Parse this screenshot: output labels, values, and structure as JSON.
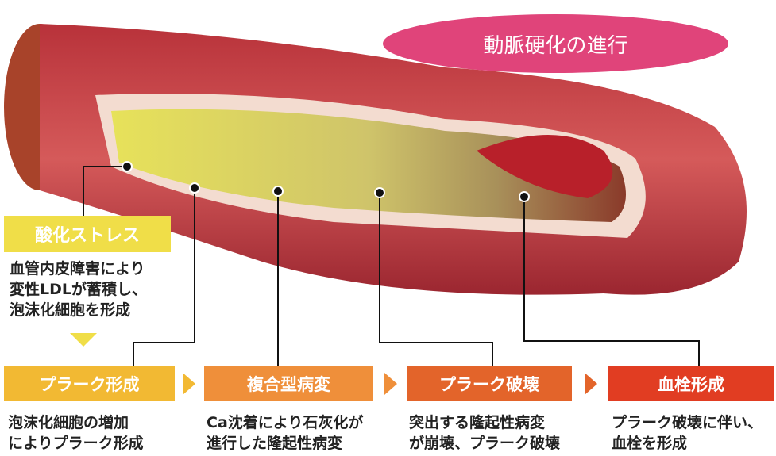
{
  "title": "動脈硬化の進行",
  "stress": {
    "label": "酸化ストレス",
    "desc": "血管内皮障害により\n変性LDLが蓄積し、\n泡沫化細胞を形成"
  },
  "stages": [
    {
      "label": "プラーク形成",
      "desc": "泡沫化細胞の増加\nによりプラーク形成",
      "color": "#f2b933"
    },
    {
      "label": "複合型病変",
      "desc": "Ca沈着により石灰化が\n進行した隆起性病変",
      "color": "#ef8f3a"
    },
    {
      "label": "プラーク破壊",
      "desc": "突出する隆起性病変\nが崩壊、プラーク破壊",
      "color": "#e3642a"
    },
    {
      "label": "血栓形成",
      "desc": "プラーク破壊に伴い、\n血栓を形成",
      "color": "#e13d22"
    }
  ]
}
